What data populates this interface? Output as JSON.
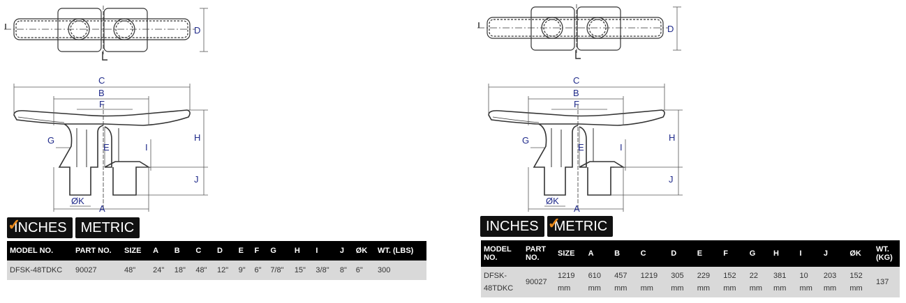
{
  "dimension_letters": {
    "A": "A",
    "B": "B",
    "C": "C",
    "D": "D",
    "E": "E",
    "F": "F",
    "G": "G",
    "H": "H",
    "I": "I",
    "J": "J",
    "K": "ØK"
  },
  "colors": {
    "accent": "#e8891c",
    "header_bg": "#000000",
    "row_bg": "#d9d9d9",
    "dim": "#1f2a8a"
  },
  "left": {
    "tabs": [
      {
        "label": "INCHES",
        "checked": true
      },
      {
        "label": "METRIC",
        "checked": false
      }
    ],
    "headers": [
      "MODEL NO.",
      "PART NO.",
      "SIZE",
      "A",
      "B",
      "C",
      "D",
      "E",
      "F",
      "G",
      "H",
      "I",
      "J",
      "ØK",
      "WT. (LBS)"
    ],
    "row": [
      "DFSK-48TDKC",
      "90027",
      "48\"",
      "24\"",
      "18\"",
      "48\"",
      "12\"",
      "9\"",
      "6\"",
      "7/8\"",
      "15\"",
      "3/8\"",
      "8\"",
      "6\"",
      "300"
    ]
  },
  "right": {
    "tabs": [
      {
        "label": "INCHES",
        "checked": false
      },
      {
        "label": "METRIC",
        "checked": true
      }
    ],
    "headers": [
      "MODEL NO.",
      "PART NO.",
      "SIZE",
      "A",
      "B",
      "C",
      "D",
      "E",
      "F",
      "G",
      "H",
      "I",
      "J",
      "ØK",
      "WT. (KG)"
    ],
    "row": [
      "DFSK-48TDKC",
      "90027",
      "1219 mm",
      "610 mm",
      "457 mm",
      "1219 mm",
      "305 mm",
      "229 mm",
      "152 mm",
      "22 mm",
      "381 mm",
      "10 mm",
      "203 mm",
      "152 mm",
      "137"
    ]
  }
}
